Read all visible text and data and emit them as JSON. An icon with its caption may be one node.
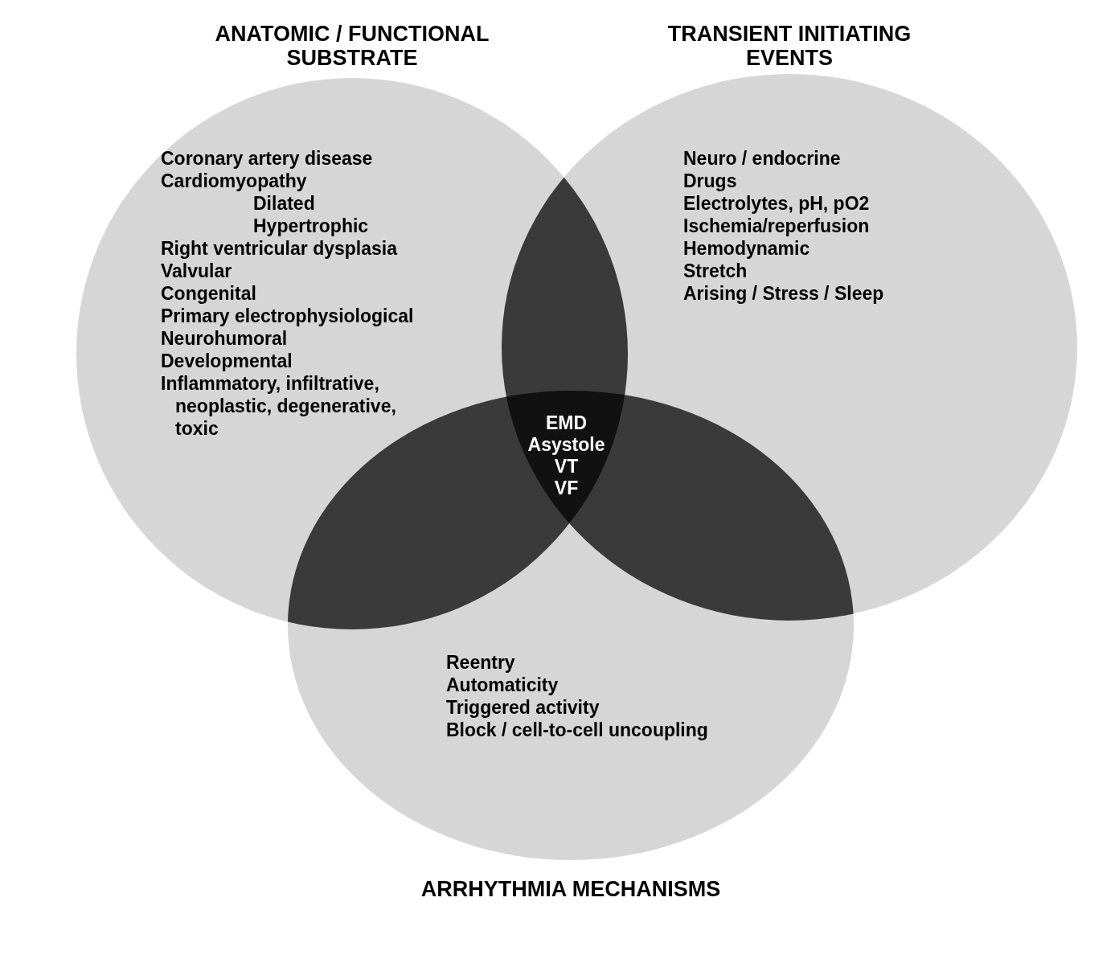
{
  "diagram": {
    "nodes": [
      {
        "text": [
          "ANATOMIC / FUNCTIONAL SUBSTRATE",
          "Coronary artery disease",
          "Cardiomyopathy",
          "Dilated",
          "Hypertrophic",
          "Right ventricular dysplasia",
          "Valvular",
          "Congenital",
          "Primary electrophysiological",
          "Neurohumoral",
          "Developmental",
          "Inflammatory, infiltrative, neoplastic, degenerative, toxic"
        ]
      },
      {
        "text": [
          "TRANSIENT INITIATING EVENTS",
          "Neuro / endocrine",
          "Drugs",
          "Electrolytes, pH, pO2",
          "Ischemia/reperfusion",
          "Hemodynamic",
          "Stretch",
          "Arising / Stress / Sleep"
        ]
      },
      {
        "text": [
          "ARRHYTHMIA MECHANISMS",
          "Reentry",
          "Automaticity",
          "Triggered activity",
          "Block / cell-to-cell uncoupling"
        ]
      },
      {
        "text": [
          "EMD",
          "Asystole",
          "VT",
          "VF"
        ]
      }
    ],
    "edges": []
  }
}
